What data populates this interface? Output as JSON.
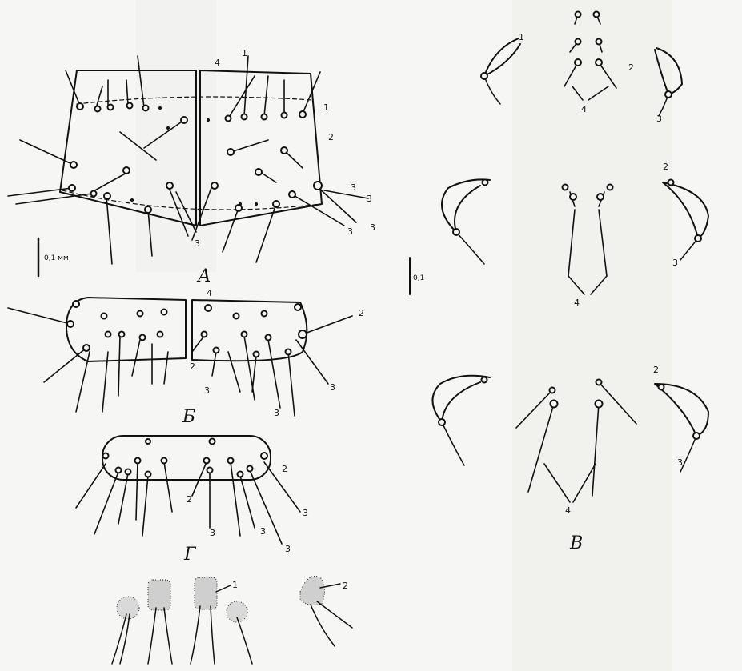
{
  "panels": [
    {
      "id": "A",
      "label": "А"
    },
    {
      "id": "B",
      "label": "Б"
    },
    {
      "id": "V",
      "label": "В"
    },
    {
      "id": "G",
      "label": "Г"
    }
  ],
  "scale_bars": {
    "main": "0,1 мм",
    "panel_v": "0,1"
  },
  "seta_numbers": {
    "one": "1",
    "two": "2",
    "three": "3",
    "four": "4"
  }
}
